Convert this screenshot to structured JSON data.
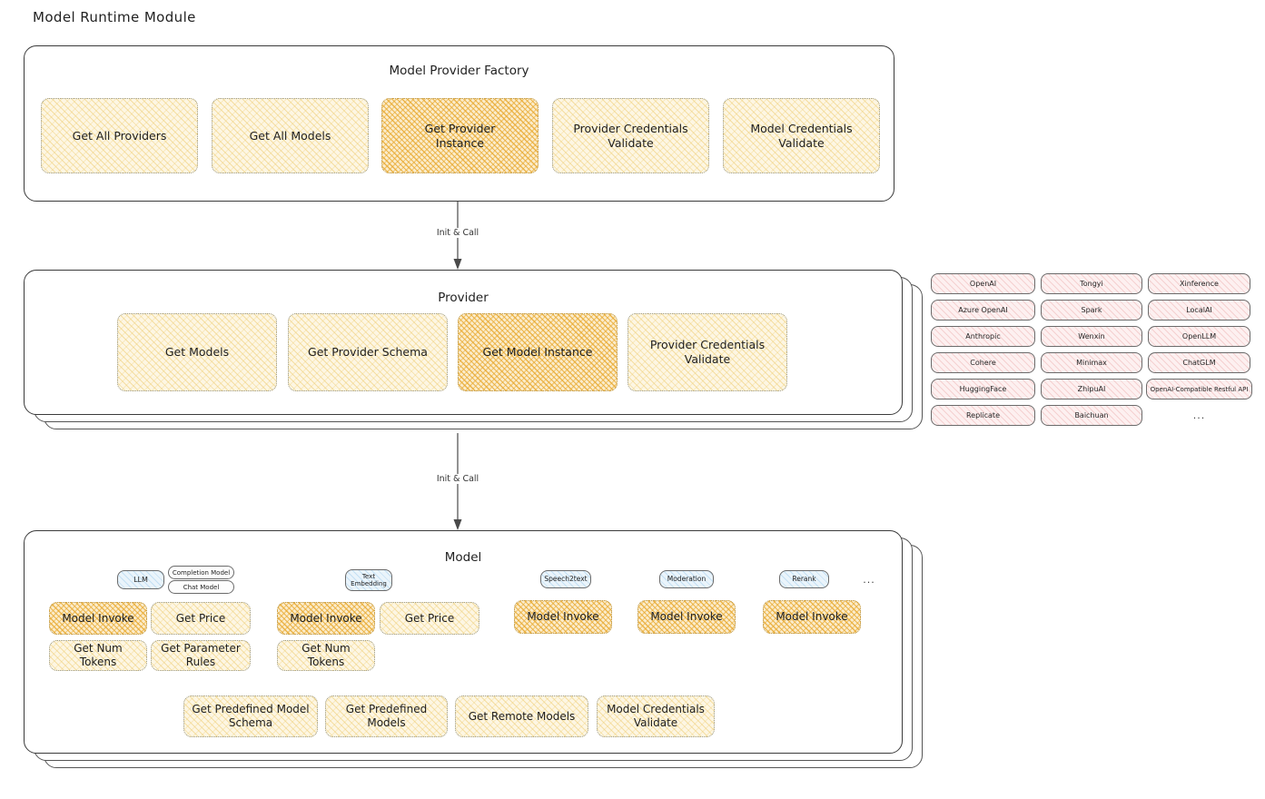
{
  "page": {
    "title": "Model Runtime Module"
  },
  "colors": {
    "cream_fill": "#fdf6e3",
    "cream_hatch": "#eecb6e",
    "highlight_fill": "#fbeccb",
    "highlight_hatch": "#e8a82c",
    "pink_fill": "#fdf0f0",
    "pink_hatch": "#ebaaaa",
    "blue_fill": "#eaf4fb",
    "blue_hatch": "#96c8eb",
    "panel_border": "#3b3b3b",
    "ink": "#232323"
  },
  "factory": {
    "title": "Model Provider Factory",
    "nodes": [
      {
        "label": "Get All Providers",
        "highlight": false
      },
      {
        "label": "Get All Models",
        "highlight": false
      },
      {
        "label": "Get Provider\nInstance",
        "highlight": true
      },
      {
        "label": "Provider Credentials\nValidate",
        "highlight": false
      },
      {
        "label": "Model Credentials\nValidate",
        "highlight": false
      }
    ]
  },
  "arrows": [
    {
      "label": "Init & Call"
    },
    {
      "label": "Init & Call"
    }
  ],
  "provider": {
    "title": "Provider",
    "nodes": [
      {
        "label": "Get Models",
        "highlight": false
      },
      {
        "label": "Get Provider Schema",
        "highlight": false
      },
      {
        "label": "Get Model Instance",
        "highlight": true
      },
      {
        "label": "Provider Credentials\nValidate",
        "highlight": false
      }
    ]
  },
  "provider_list": {
    "columns": [
      {
        "items": [
          "OpenAI",
          "Azure OpenAI",
          "Anthropic",
          "Cohere",
          "HuggingFace",
          "Replicate"
        ]
      },
      {
        "items": [
          "Tongyi",
          "Spark",
          "Wenxin",
          "Minimax",
          "ZhipuAI",
          "Baichuan"
        ]
      },
      {
        "items": [
          "Xinference",
          "LocalAI",
          "OpenLLM",
          "ChatGLM",
          "OpenAI-Compatible Restful API"
        ]
      }
    ],
    "more": "..."
  },
  "model": {
    "title": "Model",
    "more": "...",
    "types": [
      {
        "name": "LLM",
        "sub_chips": [
          "Completion Model",
          "Chat Model"
        ],
        "methods": [
          {
            "label": "Model Invoke",
            "highlight": true
          },
          {
            "label": "Get Price",
            "highlight": false
          },
          {
            "label": "Get Num Tokens",
            "highlight": false
          },
          {
            "label": "Get Parameter\nRules",
            "highlight": false
          }
        ]
      },
      {
        "name": "Text\nEmbedding",
        "sub_chips": [],
        "methods": [
          {
            "label": "Model Invoke",
            "highlight": true
          },
          {
            "label": "Get Price",
            "highlight": false
          },
          {
            "label": "Get Num Tokens",
            "highlight": false
          }
        ]
      },
      {
        "name": "Speech2text",
        "sub_chips": [],
        "methods": [
          {
            "label": "Model Invoke",
            "highlight": true
          }
        ]
      },
      {
        "name": "Moderation",
        "sub_chips": [],
        "methods": [
          {
            "label": "Model Invoke",
            "highlight": true
          }
        ]
      },
      {
        "name": "Rerank",
        "sub_chips": [],
        "methods": [
          {
            "label": "Model Invoke",
            "highlight": true
          }
        ]
      }
    ],
    "common_methods": [
      {
        "label": "Get Predefined Model\nSchema",
        "highlight": false
      },
      {
        "label": "Get Predefined\nModels",
        "highlight": false
      },
      {
        "label": "Get Remote Models",
        "highlight": false
      },
      {
        "label": "Model Credentials\nValidate",
        "highlight": false
      }
    ]
  }
}
